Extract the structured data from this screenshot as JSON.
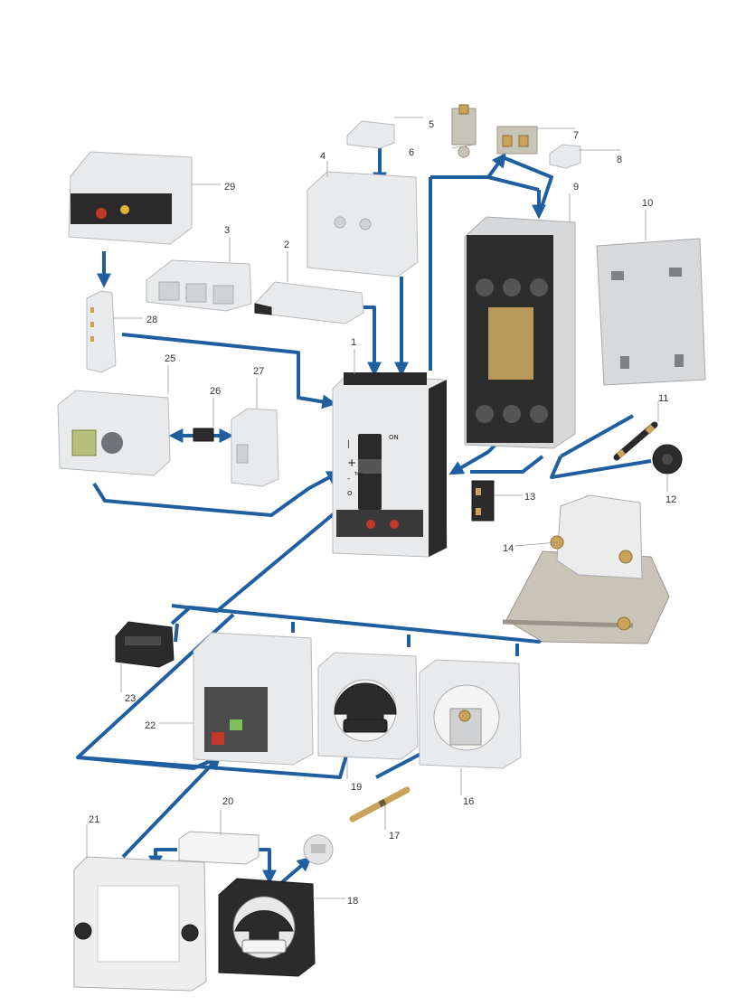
{
  "callouts": [
    "1",
    "2",
    "3",
    "4",
    "5",
    "6",
    "7",
    "8",
    "9",
    "10",
    "11",
    "12",
    "13",
    "14",
    "16",
    "17",
    "18",
    "19",
    "20",
    "21",
    "22",
    "23",
    "25",
    "26",
    "27",
    "28",
    "29"
  ],
  "breaker_marks": {
    "on_label": "ON",
    "trip_label": "Trip"
  },
  "colors": {
    "connector": "#1f5fa0",
    "housing": "#e9eaeb",
    "dark": "#2b2b2b",
    "accent_red": "#c0392b",
    "accent_yellow": "#e0b23a"
  },
  "icons": [
    "arrow-down-icon",
    "double-arrow-icon",
    "handle-icon",
    "knob-icon"
  ]
}
